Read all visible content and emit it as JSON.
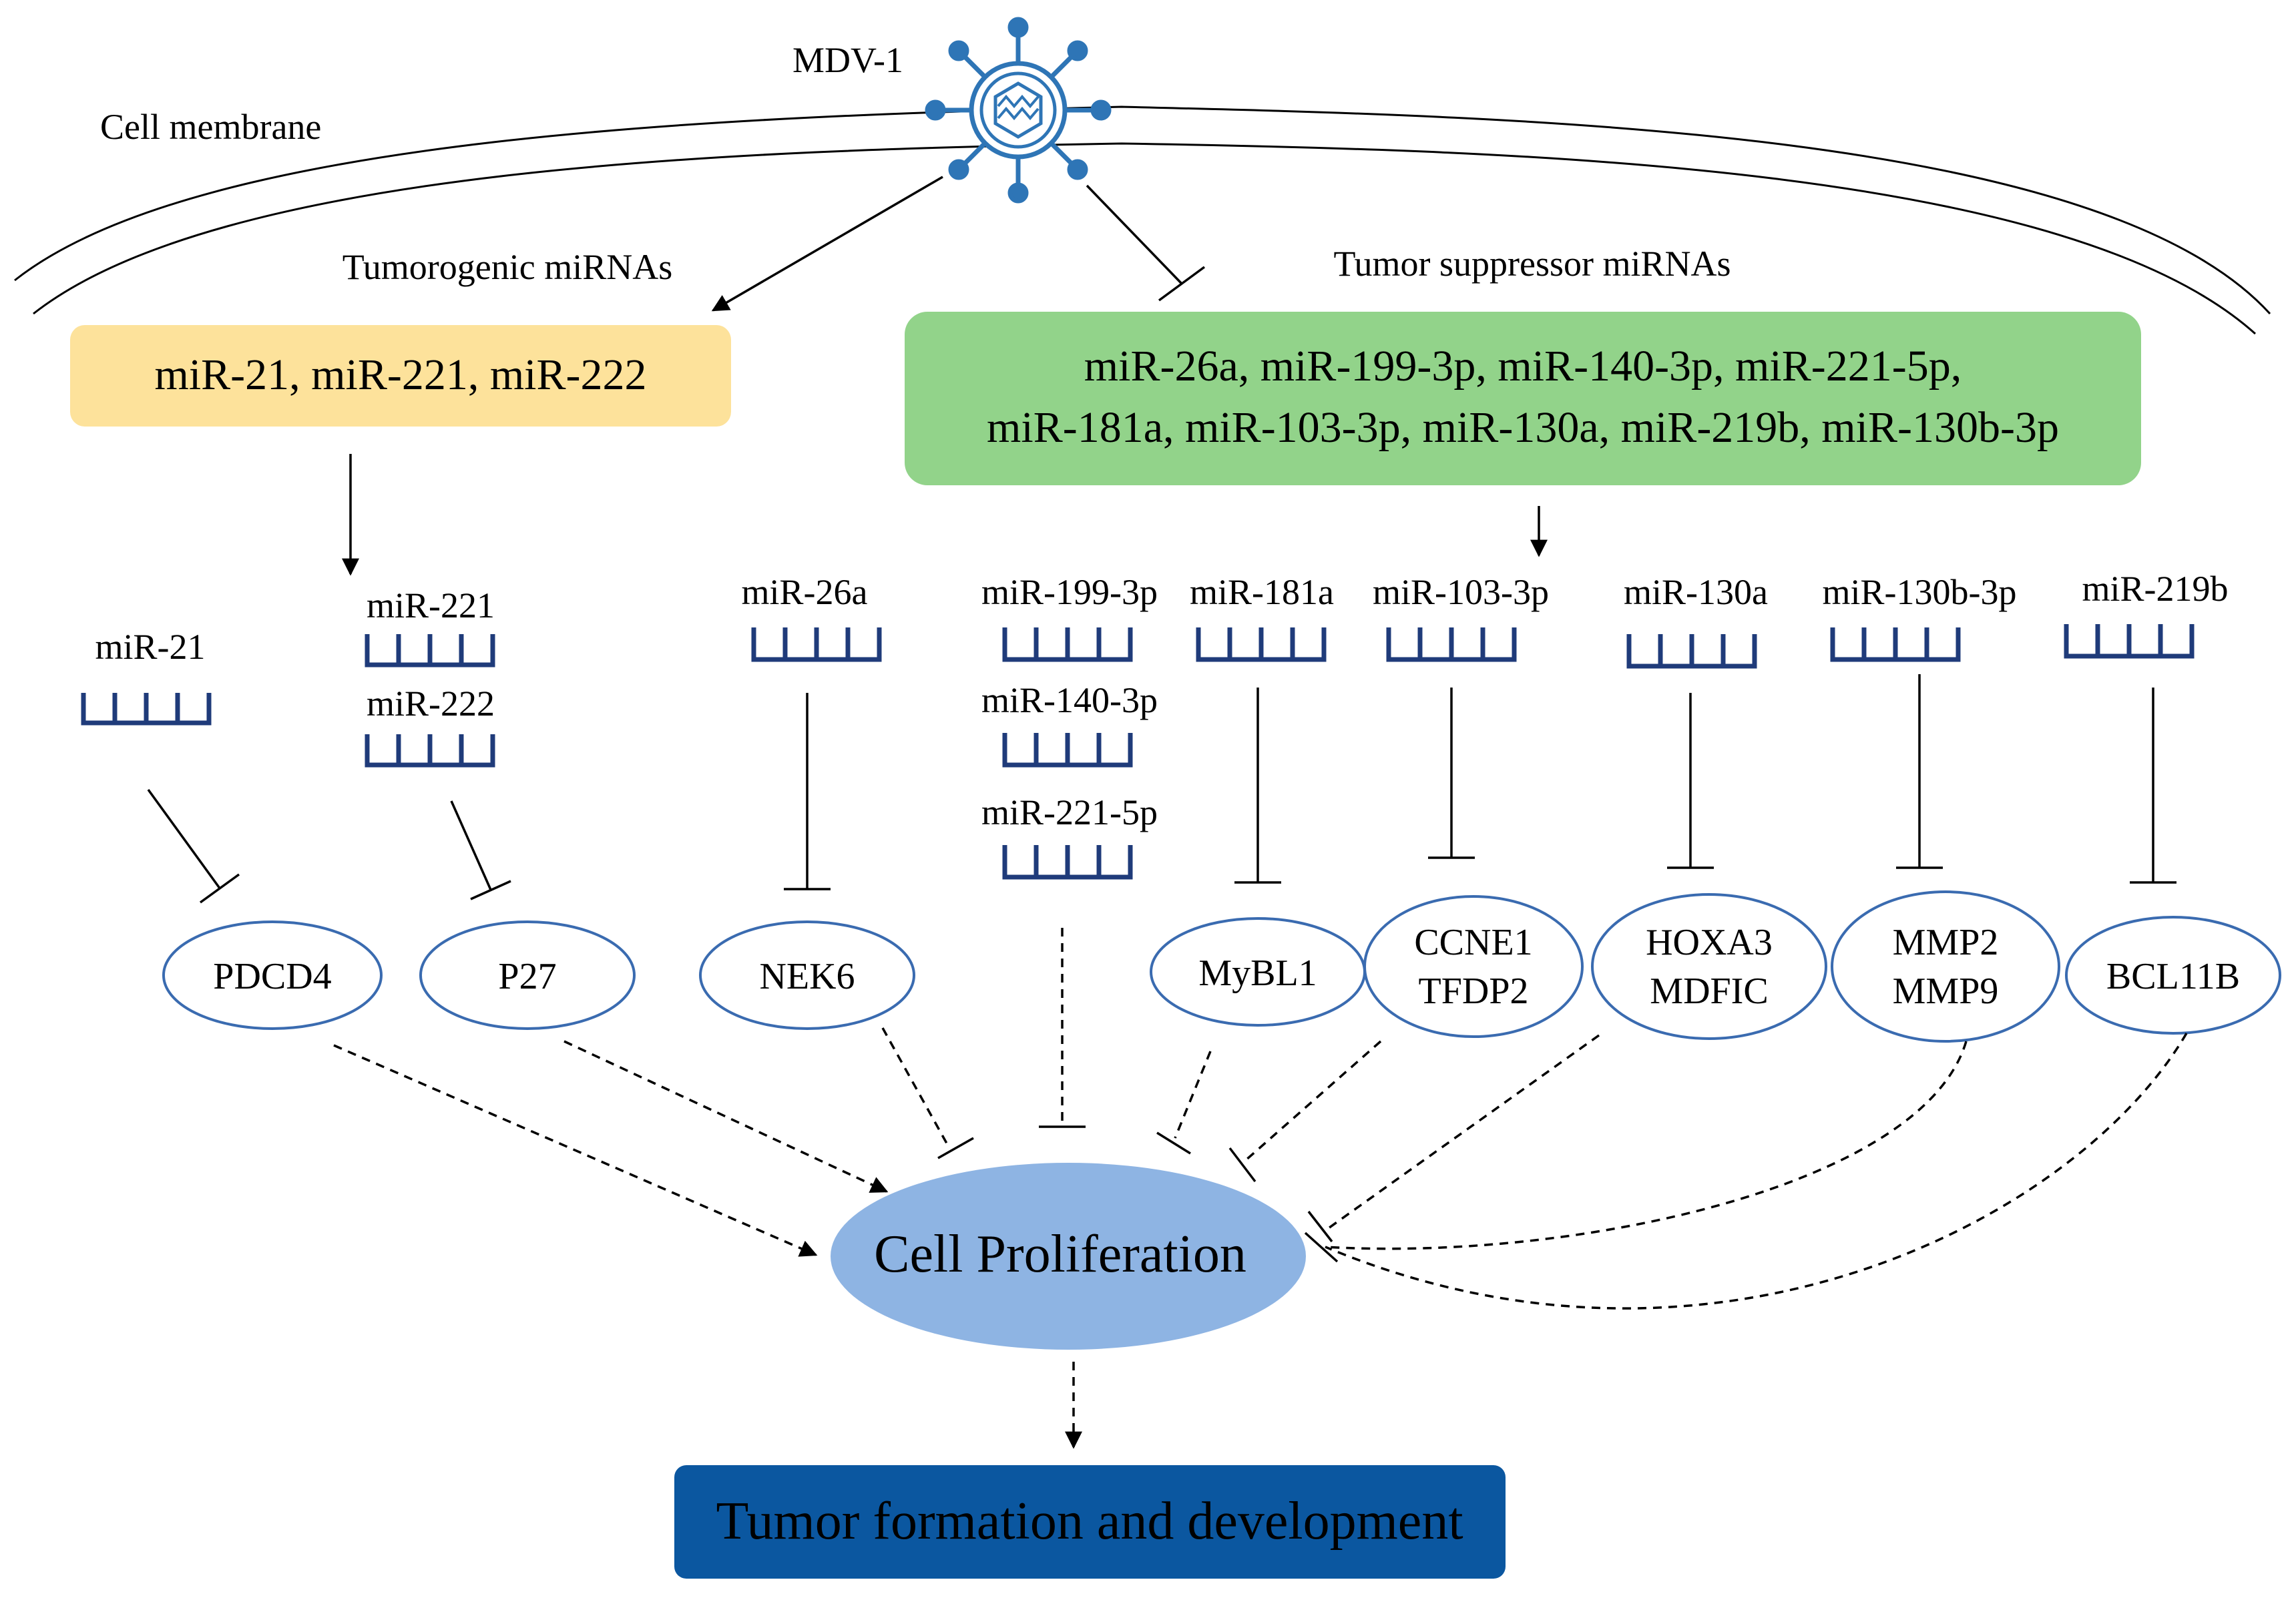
{
  "virus": {
    "label": "MDV-1"
  },
  "membrane": {
    "label": "Cell membrane"
  },
  "tumorogenic": {
    "heading": "Tumorogenic miRNAs",
    "box_text": "miR-21, miR-221, miR-222",
    "box_color": "#fde29b",
    "mirnas": [
      {
        "label": "miR-21"
      },
      {
        "label": "miR-221"
      },
      {
        "label": "miR-222"
      }
    ],
    "targets": [
      "PDCD4",
      "P27"
    ]
  },
  "suppressor": {
    "heading": "Tumor suppressor miRNAs",
    "box_line1": "miR-26a, miR-199-3p, miR-140-3p, miR-221-5p,",
    "box_line2": "miR-181a, miR-103-3p, miR-130a, miR-219b, miR-130b-3p",
    "box_color": "#92d38a",
    "mirnas": [
      {
        "label": "miR-26a"
      },
      {
        "label": "miR-199-3p"
      },
      {
        "label": "miR-140-3p"
      },
      {
        "label": "miR-221-5p"
      },
      {
        "label": "miR-181a"
      },
      {
        "label": "miR-103-3p"
      },
      {
        "label": "miR-130a"
      },
      {
        "label": "miR-130b-3p"
      },
      {
        "label": "miR-219b"
      }
    ],
    "targets": [
      {
        "line1": "NEK6"
      },
      {
        "line1": "MyBL1"
      },
      {
        "line1": "CCNE1",
        "line2": "TFDP2"
      },
      {
        "line1": "HOXA3",
        "line2": "MDFIC"
      },
      {
        "line1": "MMP2",
        "line2": "MMP9"
      },
      {
        "line1": "BCL11B"
      }
    ]
  },
  "central": {
    "label": "Cell Proliferation",
    "color": "#8eb4e3"
  },
  "outcome": {
    "label": "Tumor formation and development",
    "color": "#0b57a0"
  },
  "colors": {
    "mirna_glyph": "#1f3b7a",
    "ellipse_stroke": "#3a6bb0",
    "virus": "#2e75b6"
  }
}
